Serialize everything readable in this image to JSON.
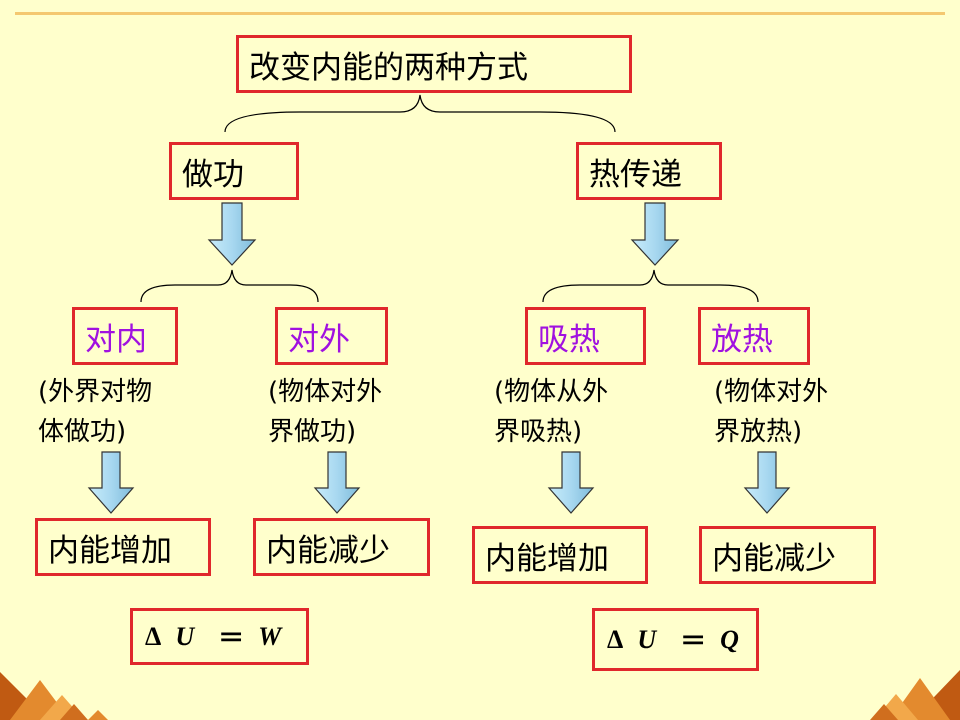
{
  "root": {
    "label": "改变内能的两种方式"
  },
  "methods": [
    {
      "label": "做功",
      "branches": [
        {
          "label": "对内",
          "note_line1": "(外界对物",
          "note_line2": "体做功)",
          "result": "内能增加"
        },
        {
          "label": "对外",
          "note_line1": "(物体对外",
          "note_line2": "界做功)",
          "result": "内能减少"
        }
      ],
      "formula": {
        "delta": "Δ",
        "var1": "U",
        "eq": "＝",
        "var2": "W"
      }
    },
    {
      "label": "热传递",
      "branches": [
        {
          "label": "吸热",
          "note_line1": "(物体从外",
          "note_line2": "界吸热)",
          "result": "内能增加"
        },
        {
          "label": "放热",
          "note_line1": "(物体对外",
          "note_line2": "界放热)",
          "result": "内能减少"
        }
      ],
      "formula": {
        "delta": "Δ",
        "var1": "U",
        "eq": "＝",
        "var2": "Q"
      }
    }
  ],
  "colors": {
    "background": "#FFFFCC",
    "box_border": "#E0282C",
    "branch_text": "#A011E0",
    "arrow_fill": "#A8D8F0",
    "decor_orange": "#E07A1E"
  }
}
